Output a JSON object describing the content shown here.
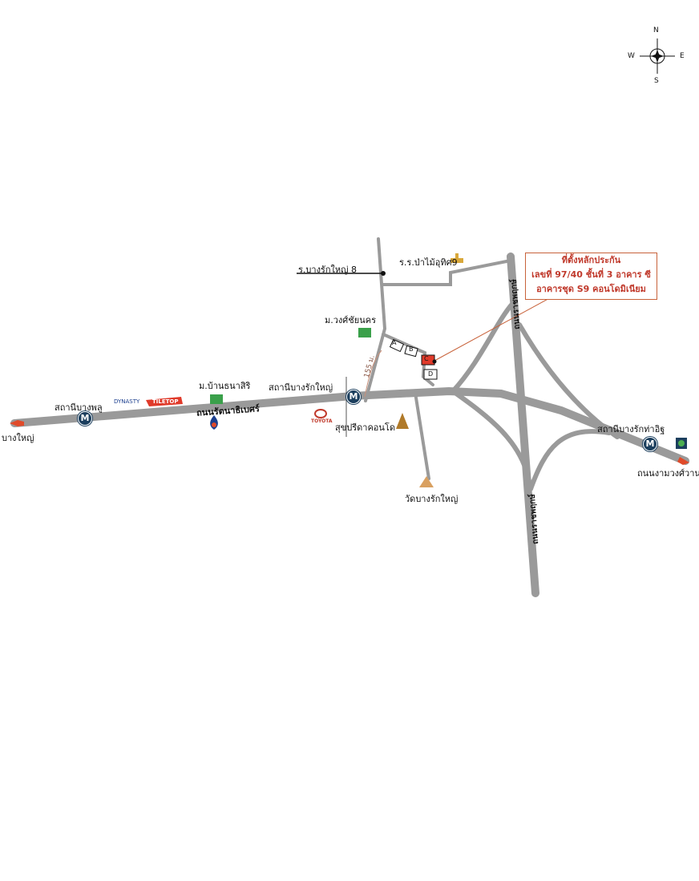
{
  "compass": {
    "n": "N",
    "e": "E",
    "s": "S",
    "w": "W"
  },
  "property_box": {
    "title": "ที่ตั้งหลักประกัน",
    "line1": "เลขที่ 97/40 ชั้นที่ 3 อาคาร ซี",
    "line2": "อาคารชุด S9 คอนโดมิเนียม"
  },
  "buildings": [
    "A",
    "B",
    "C",
    "D"
  ],
  "roads": {
    "main": "ถนนรัตนาธิเบศร์",
    "vertical_top": "ถนนราชพฤกษ์",
    "vertical_bottom": "ถนนราชพฤกษ์",
    "soi": "ร.บางรักใหญ่ 8",
    "distance": "155 ม."
  },
  "places": {
    "school": "ร.ร.ป่าไม้อุทิศ9",
    "village1": "ม.วงศ์ชัยนคร",
    "village2": "ม.บ้านธนาสิริ",
    "station1": "สถานีบางรักใหญ่",
    "station2": "สถานีบางพลู",
    "station3": "สถานีบางรักท่าอิฐ",
    "west_dest": "บางใหญ่",
    "east_dest": "ถนนงามวงศ์วาน",
    "condo": "สุขปรีดาคอนโด",
    "temple": "วัดบางรักใหญ่",
    "dynasty": "DYNASTY",
    "tiletop": "TILETOP",
    "toyota": "TOYOTA",
    "metro": "M"
  },
  "colors": {
    "road": "#9a9a9a",
    "accent": "#c0392b",
    "metro": "#1c3f5e"
  }
}
